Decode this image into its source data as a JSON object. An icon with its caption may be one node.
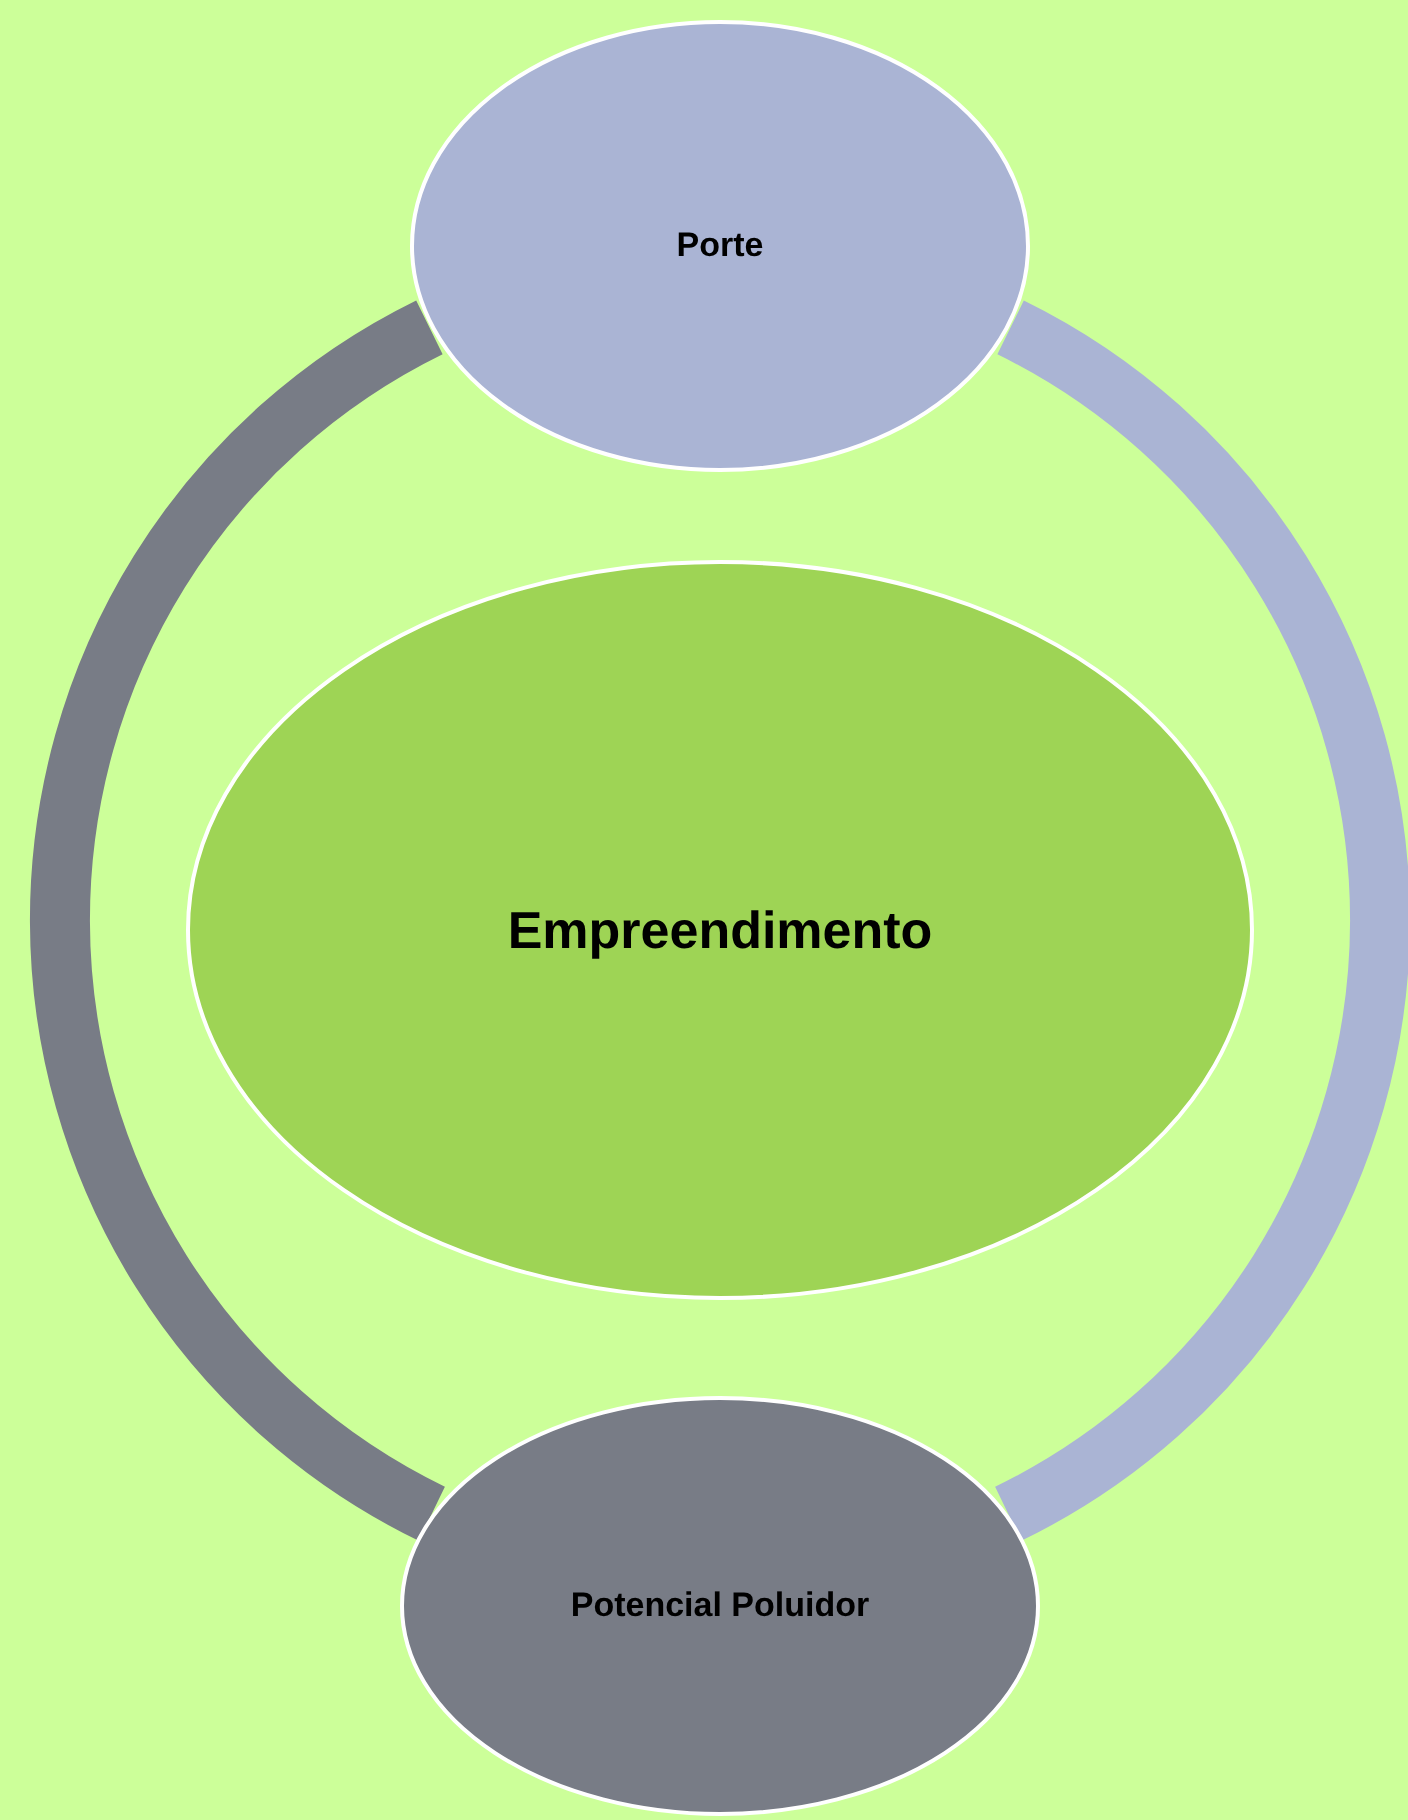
{
  "diagram": {
    "nodes": [
      {
        "text": [
          "Porte"
        ]
      },
      {
        "text": [
          "Empreendimento"
        ]
      },
      {
        "text": [
          "Potencial Poluidor"
        ]
      }
    ],
    "edges": [
      {
        "from": 0,
        "to": 2,
        "arrow": "none",
        "color": "#787c86"
      },
      {
        "from": 0,
        "to": 2,
        "arrow": "none",
        "color": "#aab4d4"
      }
    ]
  }
}
